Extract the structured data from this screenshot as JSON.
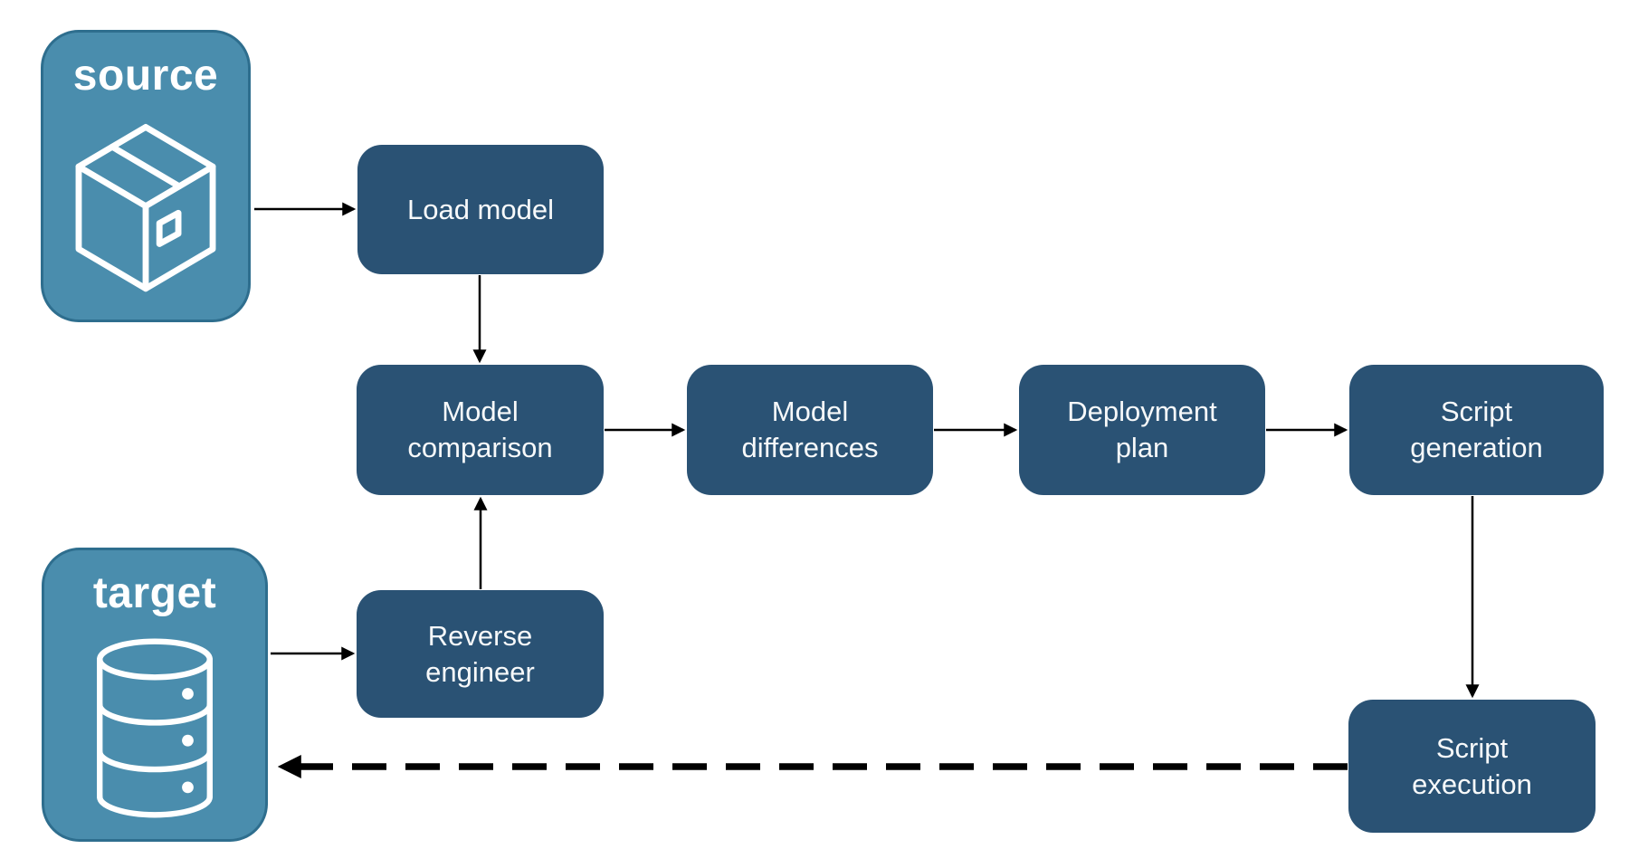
{
  "diagram": {
    "type": "flowchart",
    "background": "#ffffff",
    "colors": {
      "endpoint_fill": "#4a8dad",
      "endpoint_border": "#2e6e8e",
      "process_fill": "#2a5274",
      "label_text": "#ffffff",
      "arrow": "#000000"
    },
    "endpoints": [
      {
        "id": "source",
        "label": "source",
        "icon": "package-box-icon"
      },
      {
        "id": "target",
        "label": "target",
        "icon": "database-icon"
      }
    ],
    "processes": [
      {
        "id": "load-model",
        "label": "Load model"
      },
      {
        "id": "model-comparison",
        "label": "Model\ncomparison"
      },
      {
        "id": "model-differences",
        "label": "Model\ndifferences"
      },
      {
        "id": "deployment-plan",
        "label": "Deployment\nplan"
      },
      {
        "id": "script-generation",
        "label": "Script\ngeneration"
      },
      {
        "id": "reverse-engineer",
        "label": "Reverse\nengineer"
      },
      {
        "id": "script-execution",
        "label": "Script\nexecution"
      }
    ],
    "edges": [
      {
        "from": "source",
        "to": "load-model",
        "line": "solid"
      },
      {
        "from": "load-model",
        "to": "model-comparison",
        "line": "solid"
      },
      {
        "from": "model-comparison",
        "to": "model-differences",
        "line": "solid"
      },
      {
        "from": "model-differences",
        "to": "deployment-plan",
        "line": "solid"
      },
      {
        "from": "deployment-plan",
        "to": "script-generation",
        "line": "solid"
      },
      {
        "from": "script-generation",
        "to": "script-execution",
        "line": "solid"
      },
      {
        "from": "target",
        "to": "reverse-engineer",
        "line": "solid"
      },
      {
        "from": "reverse-engineer",
        "to": "model-comparison",
        "line": "solid"
      },
      {
        "from": "script-execution",
        "to": "target",
        "line": "dashed"
      }
    ]
  }
}
